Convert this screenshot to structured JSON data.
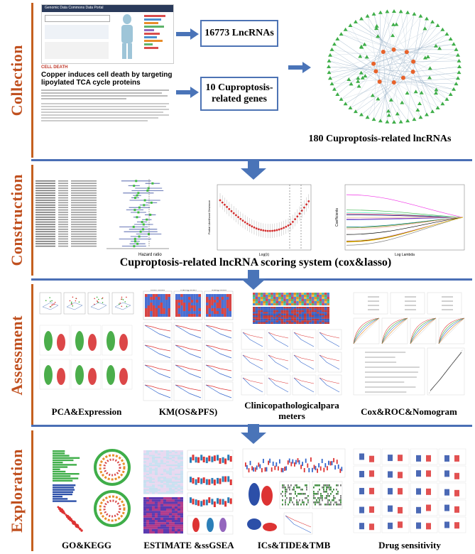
{
  "sections": {
    "collection": "Collection",
    "construction": "Construction",
    "assessment": "Assessment",
    "exploration": "Exploration"
  },
  "collection": {
    "box_lncrnas": "16773 LncRNAs",
    "box_genes": "10 Cuproptosis-related genes",
    "network_caption": "180 Cuproptosis-related lncRNAs",
    "article_tag": "CELL DEATH",
    "article_title": "Copper induces cell death by targeting lipoylated TCA cycle proteins",
    "portal_title": "Genomic Data Commons Data Portal"
  },
  "construction": {
    "title": "Cuproptosis-related lncRNA scoring system (cox&lasso)",
    "forest_xlabel": "Hazard ratio",
    "lasso_xlabel": "Log(λ)",
    "lasso_ylabel": "Partial Likelihood Deviance",
    "coef_xlabel": "Log Lambda",
    "coef_ylabel": "Coefficients"
  },
  "assessment": {
    "cap1": "PCA&Expression",
    "cap2": "KM(OS&PFS)",
    "cap3": "Clinicopathologicalparameters",
    "cap4": "Cox&ROC&Nomogram",
    "km_tabs": [
      "Entire cohort",
      "Training cohort",
      "Testing cohort"
    ]
  },
  "exploration": {
    "cap1": "GO&KEGG",
    "cap2": "ESTIMATE &ssGSEA",
    "cap3": "ICs&TIDE&TMB",
    "cap4": "Drug sensitivity"
  },
  "colors": {
    "section_text": "#c0501f",
    "divider": "#4a6fb5",
    "arrow": "#4a74b8"
  }
}
